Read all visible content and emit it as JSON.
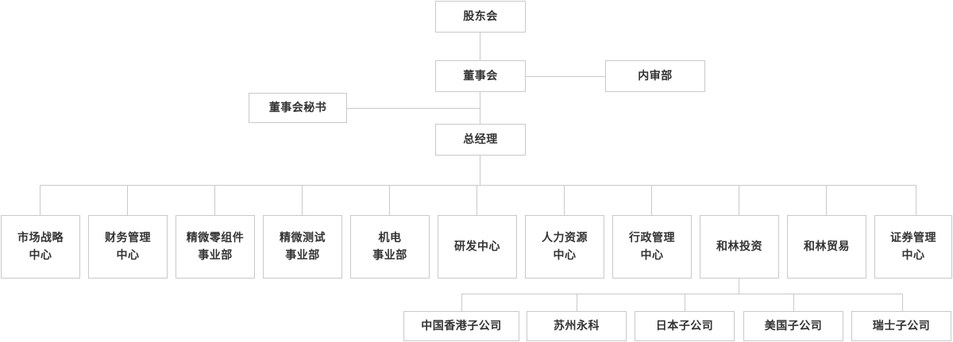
{
  "chart_title": "",
  "colors": {
    "line": "#c9c9c9",
    "border": "#c9c9c9",
    "text": "#333333",
    "background": "#ffffff"
  },
  "nodes": {
    "shareholders_meeting": "股东会",
    "board_of_directors": "董事会",
    "internal_audit": "内审部",
    "board_secretary": "董事会秘书",
    "general_manager": "总经理"
  },
  "departments": [
    {
      "label": "市场战略\n中心"
    },
    {
      "label": "财务管理\n中心"
    },
    {
      "label": "精微零组件\n事业部"
    },
    {
      "label": "精微测试\n事业部"
    },
    {
      "label": "机电\n事业部"
    },
    {
      "label": "研发中心"
    },
    {
      "label": "人力资源\n中心"
    },
    {
      "label": "行政管理\n中心"
    },
    {
      "label": "和林投资"
    },
    {
      "label": "和林贸易"
    },
    {
      "label": "证券管理\n中心"
    }
  ],
  "subsidiaries": [
    {
      "label": "中国香港子公司"
    },
    {
      "label": "苏州永科"
    },
    {
      "label": "日本子公司"
    },
    {
      "label": "美国子公司"
    },
    {
      "label": "瑞士子公司"
    }
  ],
  "chart_data": {
    "type": "diagram",
    "subtype": "organization-chart",
    "levels": [
      {
        "level": 1,
        "nodes": [
          "股东会"
        ]
      },
      {
        "level": 2,
        "nodes": [
          "董事会",
          "内审部"
        ]
      },
      {
        "level": 3,
        "nodes": [
          "董事会秘书"
        ]
      },
      {
        "level": 4,
        "nodes": [
          "总经理"
        ]
      },
      {
        "level": 5,
        "nodes": [
          "市场战略中心",
          "财务管理中心",
          "精微零组件事业部",
          "精微测试事业部",
          "机电事业部",
          "研发中心",
          "人力资源中心",
          "行政管理中心",
          "和林投资",
          "和林贸易",
          "证券管理中心"
        ]
      },
      {
        "level": 6,
        "nodes": [
          "中国香港子公司",
          "苏州永科",
          "日本子公司",
          "美国子公司",
          "瑞士子公司"
        ]
      }
    ],
    "edges": [
      {
        "from": "股东会",
        "to": "董事会"
      },
      {
        "from": "董事会",
        "to": "内审部"
      },
      {
        "from": "董事会",
        "to": "总经理"
      },
      {
        "from": "董事会秘书",
        "to": "总经理"
      },
      {
        "from": "总经理",
        "to": "市场战略中心"
      },
      {
        "from": "总经理",
        "to": "财务管理中心"
      },
      {
        "from": "总经理",
        "to": "精微零组件事业部"
      },
      {
        "from": "总经理",
        "to": "精微测试事业部"
      },
      {
        "from": "总经理",
        "to": "机电事业部"
      },
      {
        "from": "总经理",
        "to": "研发中心"
      },
      {
        "from": "总经理",
        "to": "人力资源中心"
      },
      {
        "from": "总经理",
        "to": "行政管理中心"
      },
      {
        "from": "总经理",
        "to": "和林投资"
      },
      {
        "from": "总经理",
        "to": "和林贸易"
      },
      {
        "from": "总经理",
        "to": "证券管理中心"
      },
      {
        "from": "和林投资",
        "to": "中国香港子公司"
      },
      {
        "from": "和林投资",
        "to": "苏州永科"
      },
      {
        "from": "和林投资",
        "to": "日本子公司"
      },
      {
        "from": "和林投资",
        "to": "美国子公司"
      },
      {
        "from": "和林投资",
        "to": "瑞士子公司"
      }
    ]
  }
}
